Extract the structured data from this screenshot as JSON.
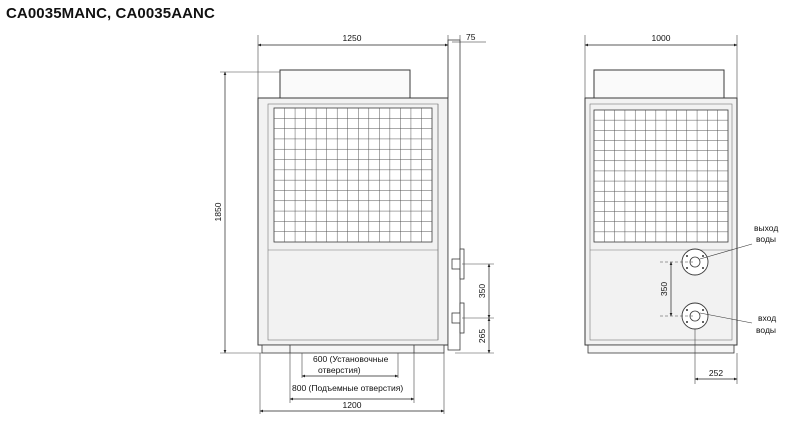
{
  "title": "CA0035MANC, CA0035AANC",
  "dimensions": {
    "width_front": "1250",
    "offset_right": "75",
    "height": "1850",
    "width_side": "1000",
    "pipe_spacing_front": "350",
    "pipe_bottom_front": "265",
    "pipe_spacing_side": "350",
    "pipe_side_offset": "252",
    "base_width": "1200"
  },
  "labels": {
    "mounting_holes": "600 (Установочные",
    "mounting_holes_2": "отверстия)",
    "lifting_holes": "800 (Подъемные отверстия)",
    "water_outlet_1": "выход",
    "water_outlet_2": "воды",
    "water_inlet_1": "вход",
    "water_inlet_2": "воды"
  },
  "colors": {
    "line": "#3a3a3a",
    "panel": "#f2f2f2",
    "hatch": "#dcdcdc"
  }
}
